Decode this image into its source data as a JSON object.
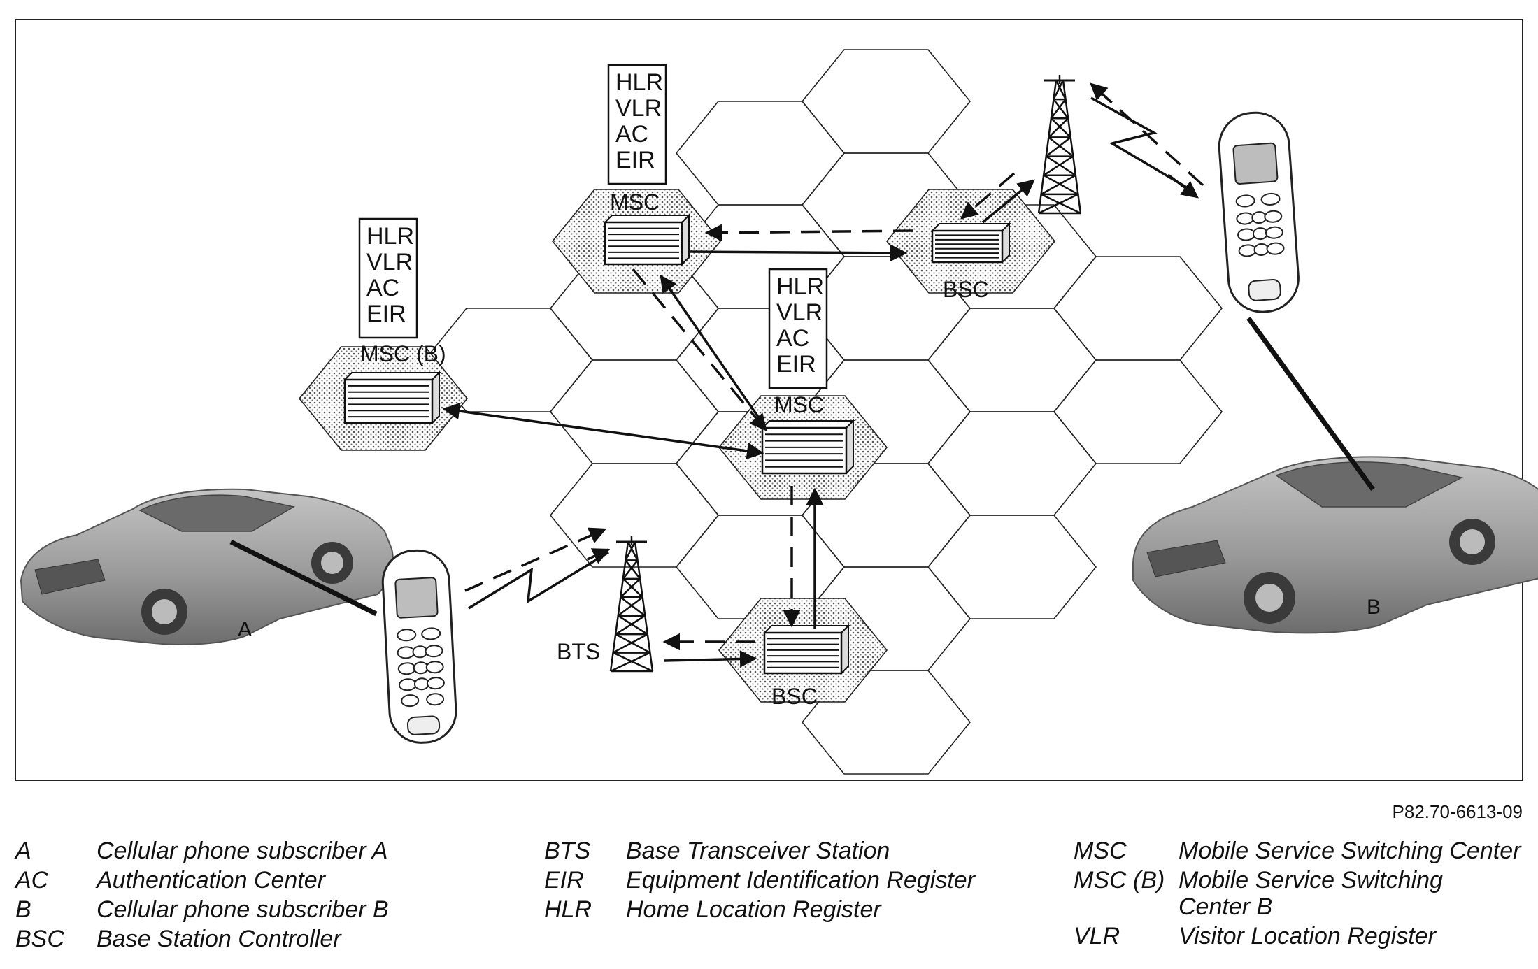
{
  "registers": [
    "HLR",
    "VLR",
    "AC",
    "EIR"
  ],
  "nodes": {
    "msc_top": "MSC",
    "msc_b": "MSC (B)",
    "msc_center": "MSC",
    "bsc_top": "BSC",
    "bsc_bottom": "BSC",
    "bts": "BTS"
  },
  "subscribers": {
    "a": "A",
    "b": "B"
  },
  "figure_ref": "P82.70-6613-09",
  "legend": [
    [
      {
        "abbr": "A",
        "desc": [
          "Cellular phone subscriber A"
        ]
      },
      {
        "abbr": "AC",
        "desc": [
          "Authentication Center"
        ]
      },
      {
        "abbr": "B",
        "desc": [
          "Cellular phone subscriber B"
        ]
      },
      {
        "abbr": "BSC",
        "desc": [
          "Base Station Controller"
        ]
      }
    ],
    [
      {
        "abbr": "BTS",
        "desc": [
          "Base Transceiver Station"
        ]
      },
      {
        "abbr": "EIR",
        "desc": [
          "Equipment Identification Register"
        ]
      },
      {
        "abbr": "HLR",
        "desc": [
          "Home Location Register"
        ]
      }
    ],
    [
      {
        "abbr": "MSC",
        "desc": [
          "Mobile Service Switching Center"
        ]
      },
      {
        "abbr": "MSC (B)",
        "desc": [
          "Mobile Service Switching",
          "Center B"
        ]
      },
      {
        "abbr": "VLR",
        "desc": [
          "Visitor Location Register"
        ]
      }
    ]
  ],
  "colors": {
    "line": "#111111",
    "car": "#9a9a9a",
    "stipple": "#555555"
  }
}
